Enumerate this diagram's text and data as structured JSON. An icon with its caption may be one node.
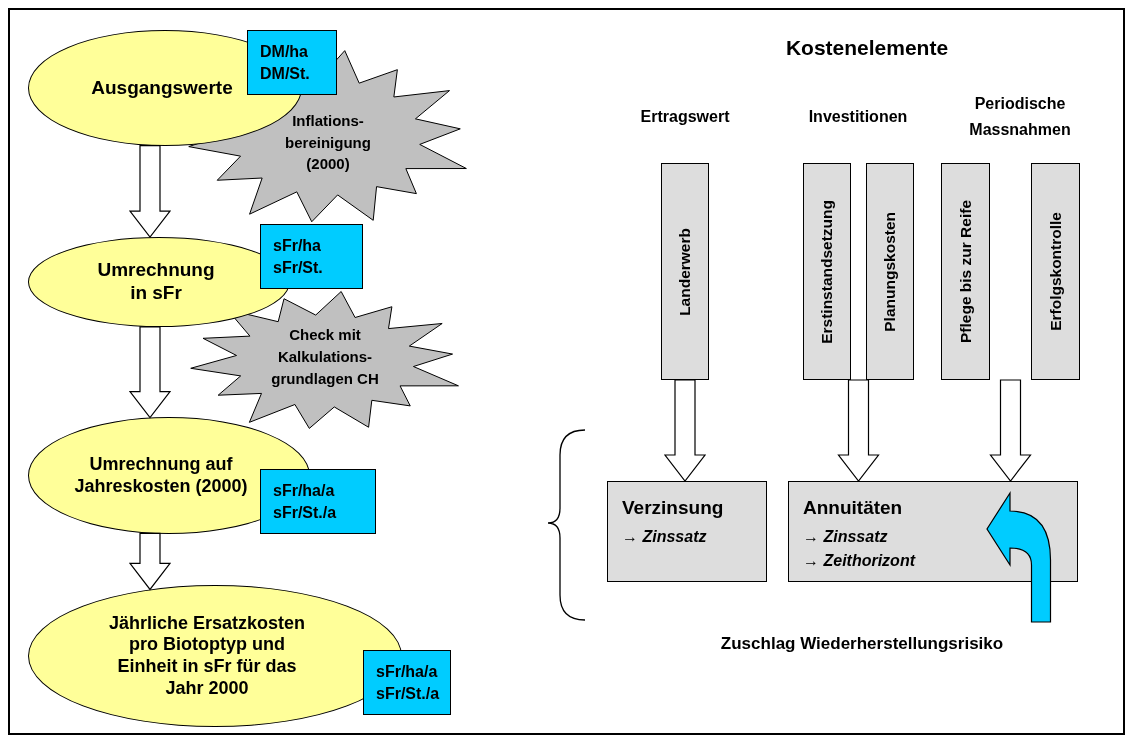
{
  "diagram": {
    "title": "Kostenelemente",
    "nodes": [
      {
        "text": [
          "Ausgangswerte"
        ]
      },
      {
        "text": [
          "DM/ha",
          "DM/St."
        ]
      },
      {
        "text": [
          "Inflations- bereinigung (2000)"
        ]
      },
      {
        "text": [
          "Umrechnung in sFr"
        ]
      },
      {
        "text": [
          "sFr/ha",
          "sFr/St."
        ]
      },
      {
        "text": [
          "Check mit Kalkulations- grundlagen CH"
        ]
      },
      {
        "text": [
          "Umrechnung auf Jahreskosten (2000)"
        ]
      },
      {
        "text": [
          "sFr/ha/a",
          "sFr/St./a"
        ]
      },
      {
        "text": [
          "Jährliche Ersatzkosten pro Biotoptyp und Einheit in sFr für das Jahr 2000"
        ]
      },
      {
        "text": [
          "sFr/ha/a",
          "sFr/St./a"
        ]
      },
      {
        "text": [
          "Landerwerb"
        ]
      },
      {
        "text": [
          "Erstinstandsetzung"
        ]
      },
      {
        "text": [
          "Planungskosten"
        ]
      },
      {
        "text": [
          "Pflege bis zur Reife"
        ]
      },
      {
        "text": [
          "Erfolgskontrolle"
        ]
      },
      {
        "text": [
          "Verzinsung",
          "→ *Zinssatz*"
        ]
      },
      {
        "text": [
          "Annuitäten",
          "→ *Zinssatz*",
          "→ *Zeithorizont*"
        ]
      },
      {
        "text": [
          "Zuschlag Wiederherstellungsrisiko"
        ]
      }
    ],
    "edges": [
      {
        "from": 0,
        "to": 3,
        "arrow": "to"
      },
      {
        "from": 3,
        "to": 6,
        "arrow": "to"
      },
      {
        "from": 6,
        "to": 8,
        "arrow": "to"
      },
      {
        "from": 10,
        "to": 15,
        "arrow": "to"
      },
      {
        "from": 11,
        "to": 16,
        "arrow": "to"
      },
      {
        "from": 12,
        "to": 16,
        "arrow": "to"
      },
      {
        "from": 13,
        "to": 16,
        "arrow": "to"
      },
      {
        "from": 14,
        "to": 16,
        "arrow": "to"
      },
      {
        "from": 17,
        "to": 16,
        "arrow": "to",
        "style": "thick",
        "color": "#00ccff"
      }
    ],
    "labels": [
      "Ertragswert",
      "Investitionen",
      "Periodische Massnahmen"
    ]
  }
}
